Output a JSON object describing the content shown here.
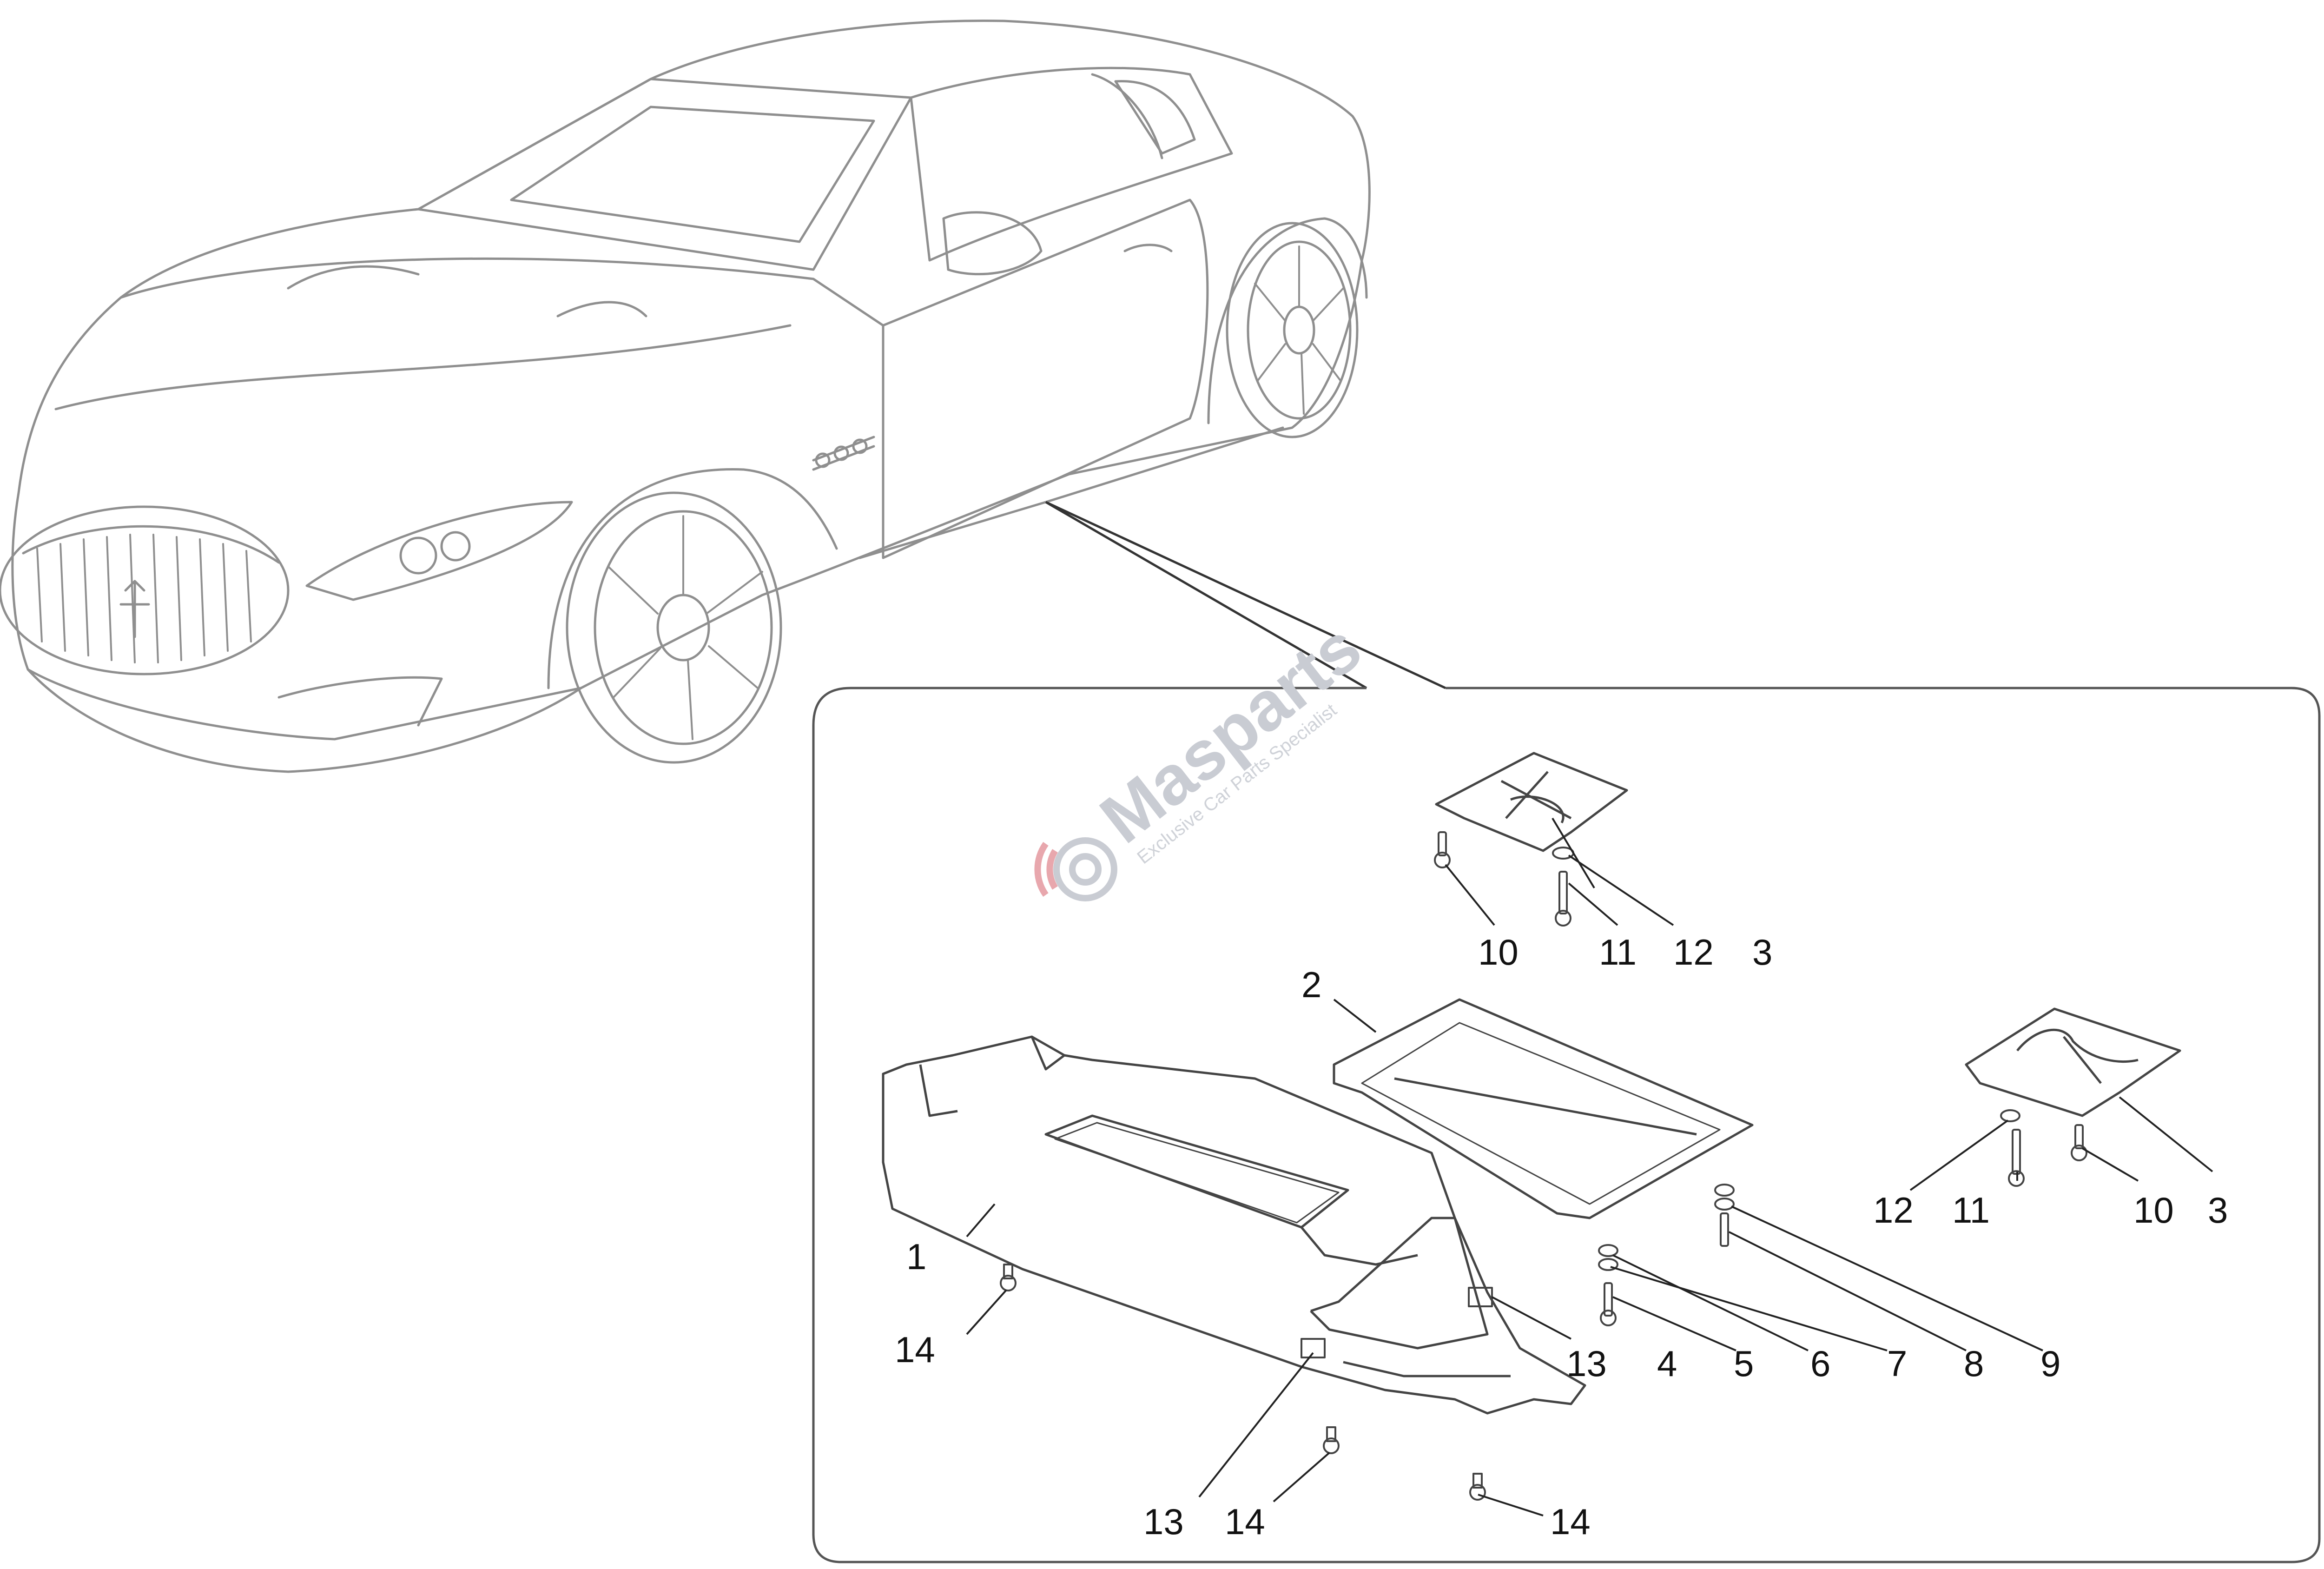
{
  "colors": {
    "line": "#8f8f8f",
    "leader": "#222222",
    "watermark_grey": "#c9ccd3",
    "watermark_red": "#e8a7ad"
  },
  "watermark": {
    "brand": "Masparts",
    "tagline": "Exclusive Car Parts Specialist"
  },
  "callouts": [
    "1",
    "2",
    "3",
    "3",
    "4",
    "5",
    "6",
    "7",
    "8",
    "9",
    "10",
    "10",
    "11",
    "11",
    "12",
    "12",
    "13",
    "13",
    "14",
    "14",
    "14"
  ]
}
